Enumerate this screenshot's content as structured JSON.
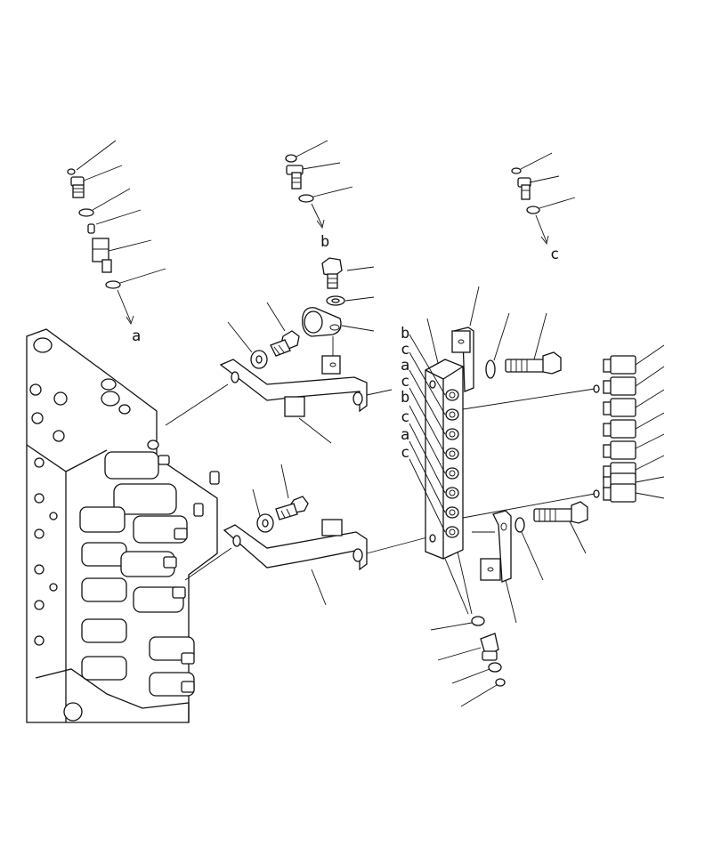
{
  "diagram": {
    "callout_labels": {
      "a_top": "a",
      "b_top": "b",
      "c_top": "c",
      "manifold_ports": [
        "b",
        "c",
        "a",
        "c",
        "b",
        "c",
        "a",
        "c"
      ]
    }
  }
}
